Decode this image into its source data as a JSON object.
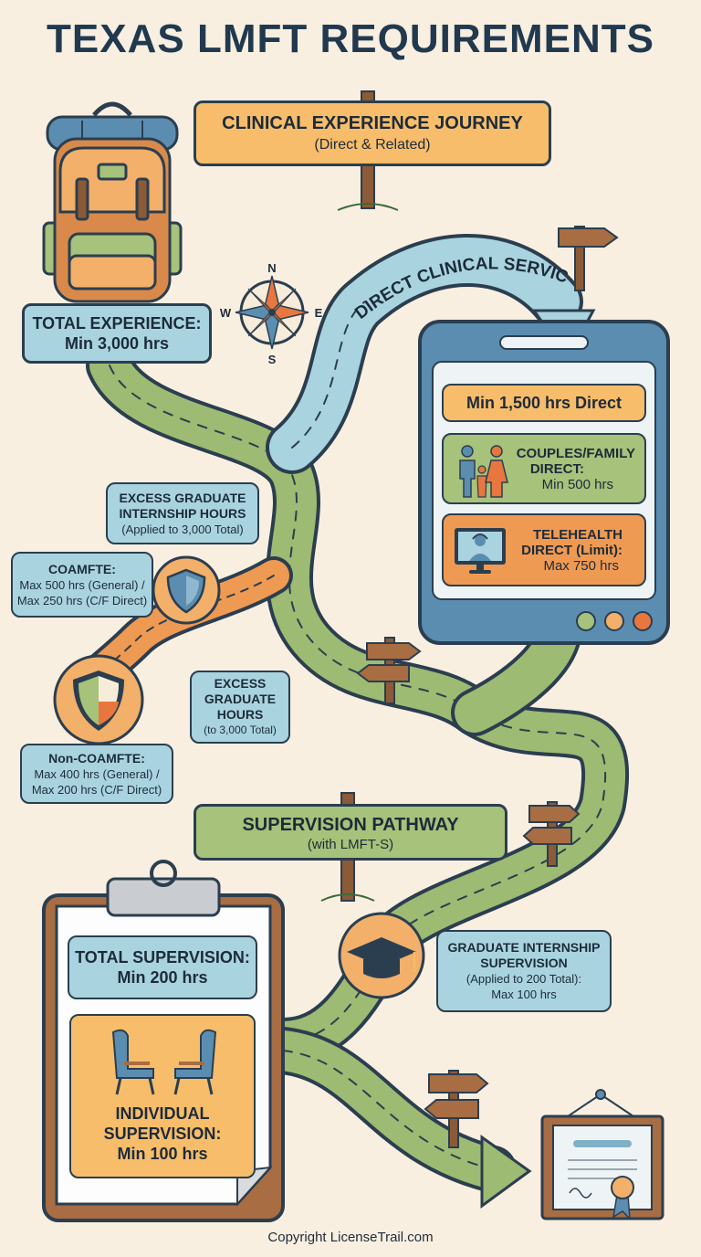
{
  "title": "TEXAS LMFT REQUIREMENTS",
  "journey_sign": {
    "title": "CLINICAL EXPERIENCE JOURNEY",
    "subtitle": "(Direct & Related)"
  },
  "total_experience": {
    "line1": "TOTAL EXPERIENCE:",
    "line2": "Min 3,000 hrs"
  },
  "compass": {
    "n": "N",
    "s": "S",
    "e": "E",
    "w": "W"
  },
  "direct_services_label": "DIRECT CLINICAL SERVICES",
  "direct_panel": {
    "min_direct": "Min 1,500 hrs Direct",
    "couples": {
      "line1": "COUPLES/FAMILY",
      "line2": "DIRECT:",
      "line3": "Min 500 hrs"
    },
    "telehealth": {
      "line1": "TELEHEALTH",
      "line2": "DIRECT (Limit):",
      "line3": "Max 750 hrs"
    }
  },
  "excess_internship": {
    "line1": "EXCESS GRADUATE",
    "line2": "INTERNSHIP HOURS",
    "line3": "(Applied to 3,000 Total)"
  },
  "coamfte": {
    "line1": "COAMFTE:",
    "line2": "Max 500 hrs (General) /",
    "line3": "Max 250 hrs (C/F Direct)"
  },
  "excess_graduate": {
    "line1": "EXCESS",
    "line2": "GRADUATE",
    "line3": "HOURS",
    "line4": "(to 3,000 Total)"
  },
  "non_coamfte": {
    "line1": "Non-COAMFTE:",
    "line2": "Max 400 hrs (General) /",
    "line3": "Max 200 hrs (C/F Direct)"
  },
  "supervision_sign": {
    "title": "SUPERVISION PATHWAY",
    "subtitle": "(with LMFT-S)"
  },
  "total_supervision": {
    "line1": "TOTAL SUPERVISION:",
    "line2": "Min 200 hrs"
  },
  "individual_supervision": {
    "line1": "INDIVIDUAL",
    "line2": "SUPERVISION:",
    "line3": "Min 100 hrs"
  },
  "internship_supervision": {
    "line1": "GRADUATE INTERNSHIP",
    "line2": "SUPERVISION",
    "line3": "(Applied to 200 Total):",
    "line4": "Max 100 hrs"
  },
  "copyright": "Copyright LicenseTrail.com",
  "colors": {
    "background": "#f9efe0",
    "road_green": "#9dbb72",
    "road_blue": "#a9d4df",
    "road_orange": "#ef9a52",
    "outline": "#2b3e50",
    "sign_orange": "#f7bd6b",
    "box_blue": "#a9d4df",
    "box_green": "#a6c27b"
  },
  "icons": [
    "backpack-icon",
    "compass-icon",
    "tablet-icon",
    "family-icon",
    "telehealth-icon",
    "shield-icon",
    "graduation-cap-icon",
    "clipboard-icon",
    "chairs-icon",
    "certificate-icon",
    "signpost-icon"
  ]
}
